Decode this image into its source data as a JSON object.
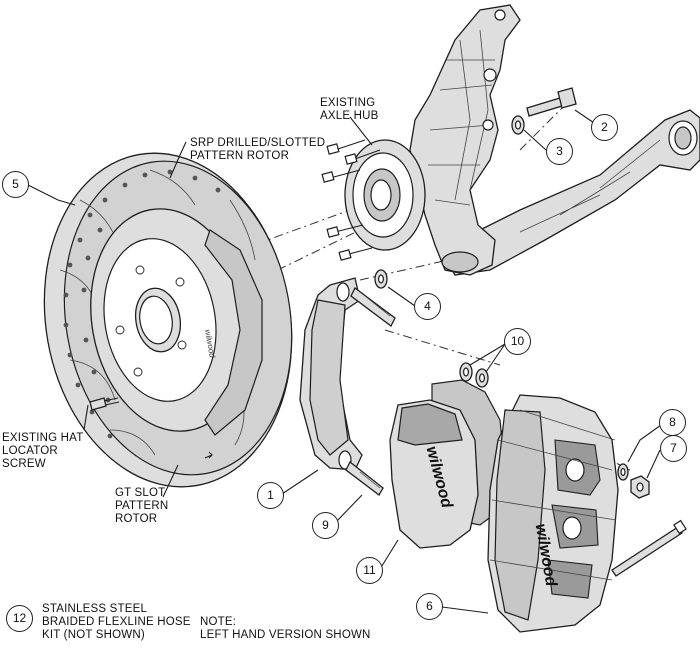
{
  "labels": {
    "axle_hub": [
      "EXISTING",
      "AXLE HUB"
    ],
    "srp_rotor": [
      "SRP DRILLED/SLOTTED",
      "PATTERN ROTOR"
    ],
    "hat_screw": [
      "EXISTING HAT",
      "LOCATOR",
      "SCREW"
    ],
    "gt_rotor": [
      "GT SLOT",
      "PATTERN",
      "ROTOR"
    ],
    "hose_kit": [
      "STAINLESS STEEL",
      "BRAIDED FLEXLINE HOSE",
      "KIT (NOT SHOWN)"
    ],
    "note": [
      "NOTE:",
      "LEFT HAND VERSION SHOWN"
    ]
  },
  "callouts": {
    "c1": "1",
    "c2": "2",
    "c3": "3",
    "c4": "4",
    "c5": "5",
    "c6": "6",
    "c7": "7",
    "c8": "8",
    "c9": "9",
    "c10": "10",
    "c11": "11",
    "c12": "12"
  },
  "branding": {
    "logo_text": "wilwood"
  },
  "colors": {
    "line": "#1e1e1e",
    "fill_light": "#dedede",
    "fill_mid": "#c7c7c7",
    "fill_dark": "#9a9a9a"
  }
}
